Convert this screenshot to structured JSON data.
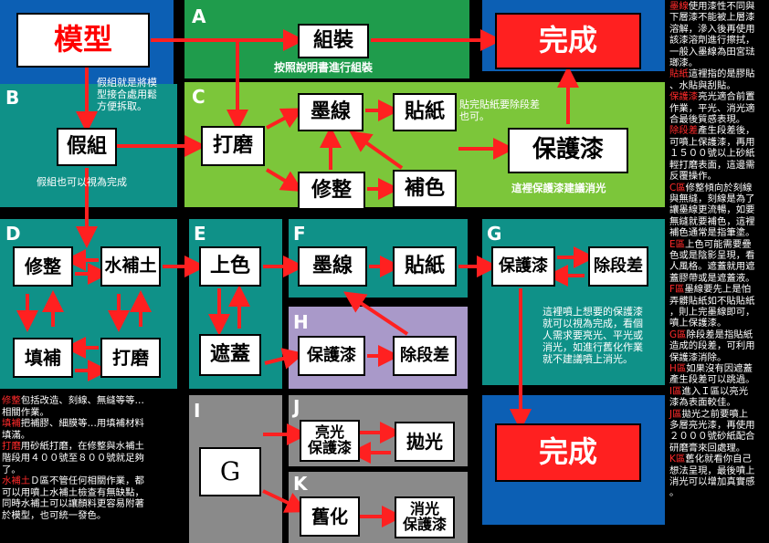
{
  "zones": {
    "A": {
      "letter": "A",
      "note": "按照說明書進行組裝"
    },
    "B": {
      "letter": "B",
      "note_top": "假組就是將模\n型接合處用鬆\n方便拆取。",
      "note_bottom": "假組也可以視為完成"
    },
    "C": {
      "letter": "C",
      "note_right": "貼完貼紙要除段差\n也可。",
      "note_bottom": "這裡保護漆建議消光"
    },
    "D": {
      "letter": "D"
    },
    "E": {
      "letter": "E"
    },
    "F": {
      "letter": "F"
    },
    "G": {
      "letter": "G",
      "note": "這裡噴上想要的保護漆\n就可以視為完成，看個\n人需求要亮光、平光或\n消光，如進行舊化作業\n就不建議噴上消光。"
    },
    "H": {
      "letter": "H"
    },
    "I": {
      "letter": "I",
      "box": "G"
    },
    "J": {
      "letter": "J"
    },
    "K": {
      "letter": "K"
    }
  },
  "boxes": {
    "model": "模型",
    "assemble": "組裝",
    "complete_top": "完成",
    "complete_bottom": "完成",
    "temp_assemble": "假組",
    "sanding_c": "打磨",
    "panel_line_c": "墨線",
    "decal_c": "貼紙",
    "trim_c": "修整",
    "touchup_c": "補色",
    "topcoat_c": "保護漆",
    "trim_d": "修整",
    "putty_d": "水補土",
    "fill_d": "填補",
    "sanding_d": "打磨",
    "paint_e": "上色",
    "mask_e": "遮蓋",
    "panel_line_f": "墨線",
    "decal_f": "貼紙",
    "topcoat_g": "保護漆",
    "step_g": "除段差",
    "topcoat_h": "保護漆",
    "step_h": "除段差",
    "gloss_j": "亮光\n保護漆",
    "polish_j": "拋光",
    "weather_k": "舊化",
    "matte_k": "消光\n保護漆"
  },
  "sidebar": [
    {
      "kw": "墨線",
      "text": "使用漆性不同與\n下層漆不能被上層漆\n溶解，滲入後再使用\n該漆溶劑進行擦拭，\n一般入墨線為田宮琺\n瑯漆。"
    },
    {
      "kw": "貼紙",
      "text": "這裡指的是膠貼\n、水貼與刮貼。"
    },
    {
      "kw": "保護漆",
      "text": "亮光適合前置\n作業，平光、消光適\n合最後質感表現。"
    },
    {
      "kw": "除段差",
      "text": "產生段差後，\n可噴上保護漆，再用\n１５００號以上砂紙\n輕打磨表面，這邊需\n反覆操作。"
    },
    {
      "kw": "C區",
      "text": "修整傾向於刻線\n與無縫，刻線是為了\n讓墨線更流暢，如要\n無縫就要補色，這裡\n補色通常是指筆塗。"
    },
    {
      "kw": "E區",
      "text": "上色可能需要疊\n色或是陰影呈現，看\n人風格。遮蓋就用遮\n蓋膠帶或是遮蓋液。"
    },
    {
      "kw": "F區",
      "text": "墨線要先上是怕\n弄髒貼紙如不貼貼紙\n，則上完墨線即可，\n噴上保護漆。"
    },
    {
      "kw": "G區",
      "text": "除段差是指貼紙\n造成的段差，可利用\n保護漆消除。"
    },
    {
      "kw": "H區",
      "text": "如果沒有因遮蓋\n產生段差可以跳過。"
    },
    {
      "kw": "I區",
      "text": "進入Ｉ區以亮光\n漆為表面較佳。"
    },
    {
      "kw": "J區",
      "text": "拋光之前要噴上\n多層亮光漆，再使用\n２０００號砂紙配合\n研磨膏來回處理。"
    },
    {
      "kw": "K區",
      "text": "舊化就看你自己\n想法呈現，最後噴上\n消光可以增加真實感\n。"
    }
  ],
  "bottom_notes": [
    {
      "kw": "修整",
      "text": "包括改造、刻線、無縫等等…\n相關作業。"
    },
    {
      "kw": "填補",
      "text": "把補膠、細膜等…用填補材料\n填滿。"
    },
    {
      "kw": "打磨",
      "text": "用砂紙打磨，在修整與水補土\n階段用４００號至８００號就足夠\n了。"
    },
    {
      "kw": "水補土",
      "text": "Ｄ區不管任何相關作業，都\n可以用噴上水補土檢查有無缺點，\n同時水補土可以讓顏料更容易附著\n於模型，也可統一發色。"
    }
  ],
  "colors": {
    "blue": "#0c5fb4",
    "green": "#1f9c4c",
    "teal": "#0f9188",
    "lime": "#7cc63a",
    "purple": "#a999c9",
    "gray": "#8a8a8a",
    "arrow": "#ff2020",
    "model_text": "#ff0000",
    "complete_bg": "#ff2020"
  }
}
